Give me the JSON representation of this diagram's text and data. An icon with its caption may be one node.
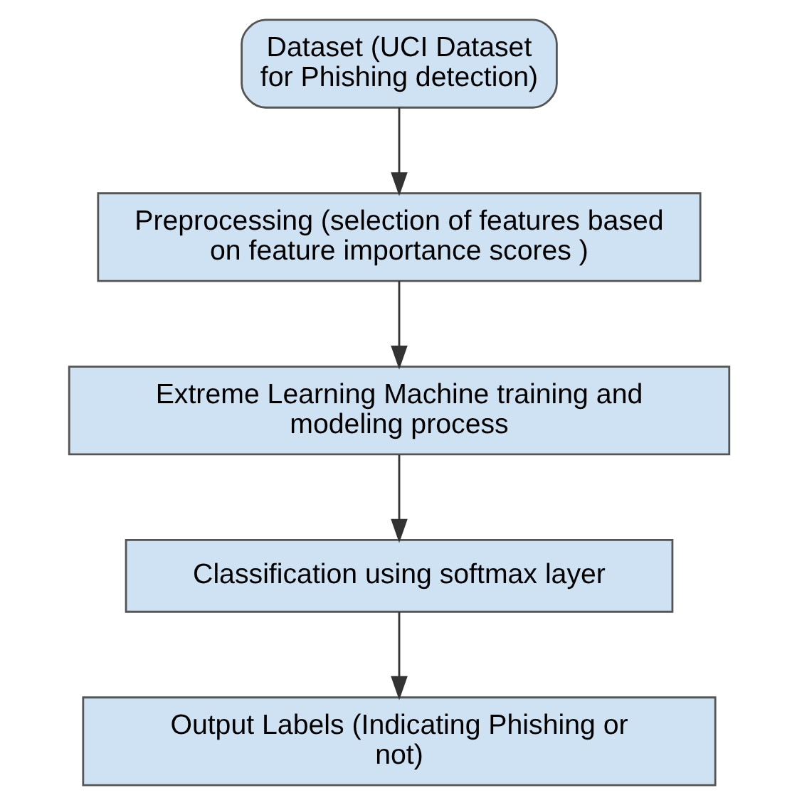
{
  "diagram": {
    "nodes": [
      {
        "text": [
          "Dataset (UCI Dataset for Phishing detection)"
        ]
      },
      {
        "text": [
          "Preprocessing (selection of features based on feature importance scores )"
        ]
      },
      {
        "text": [
          "Extreme Learning Machine training and modeling process"
        ]
      },
      {
        "text": [
          "Classification using softmax layer"
        ]
      },
      {
        "text": [
          "Output Labels (Indicating Phishing or not)"
        ]
      }
    ],
    "edges": [
      {
        "from": 0,
        "to": 1,
        "arrow": "to"
      },
      {
        "from": 1,
        "to": 2,
        "arrow": "to"
      },
      {
        "from": 2,
        "to": 3,
        "arrow": "to"
      },
      {
        "from": 3,
        "to": 4,
        "arrow": "to"
      }
    ]
  }
}
